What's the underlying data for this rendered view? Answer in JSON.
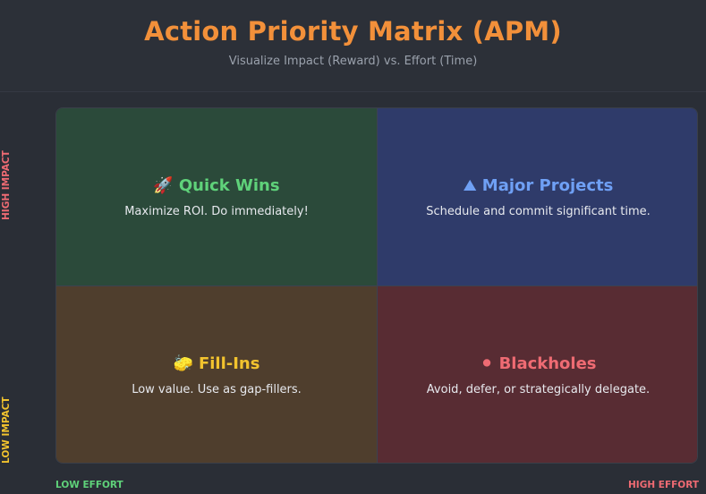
{
  "header": {
    "title": "Action Priority Matrix (APM)",
    "subtitle": "Visualize Impact (Reward) vs. Effort (Time)"
  },
  "axes": {
    "high_impact": "HIGH IMPACT",
    "low_impact": "LOW IMPACT",
    "low_effort": "LOW EFFORT",
    "high_effort": "HIGH EFFORT"
  },
  "quadrants": [
    {
      "emoji": "🚀",
      "icon": "rocket-icon",
      "title": "Quick Wins",
      "desc": "Maximize ROI. Do immediately!",
      "color": "#5fd27a"
    },
    {
      "emoji": "⛰",
      "icon": "mountain-icon",
      "title": "Major Projects",
      "desc": "Schedule and commit significant time.",
      "color": "#6fa0f5"
    },
    {
      "emoji": "🧽",
      "icon": "sponge-icon",
      "title": "Fill-Ins",
      "desc": "Low value. Use as gap-fillers.",
      "color": "#f2c32e"
    },
    {
      "emoji": "⚫",
      "icon": "black-hole-icon",
      "title": "Blackholes",
      "desc": "Avoid, defer, or strategically delegate.",
      "color": "#ef6b73"
    }
  ],
  "colors": {
    "title": "#f2903a",
    "high_impact": "#ef6b73",
    "low_impact": "#f2c32e",
    "low_effort": "#5fd27a",
    "high_effort": "#ef6b73"
  }
}
